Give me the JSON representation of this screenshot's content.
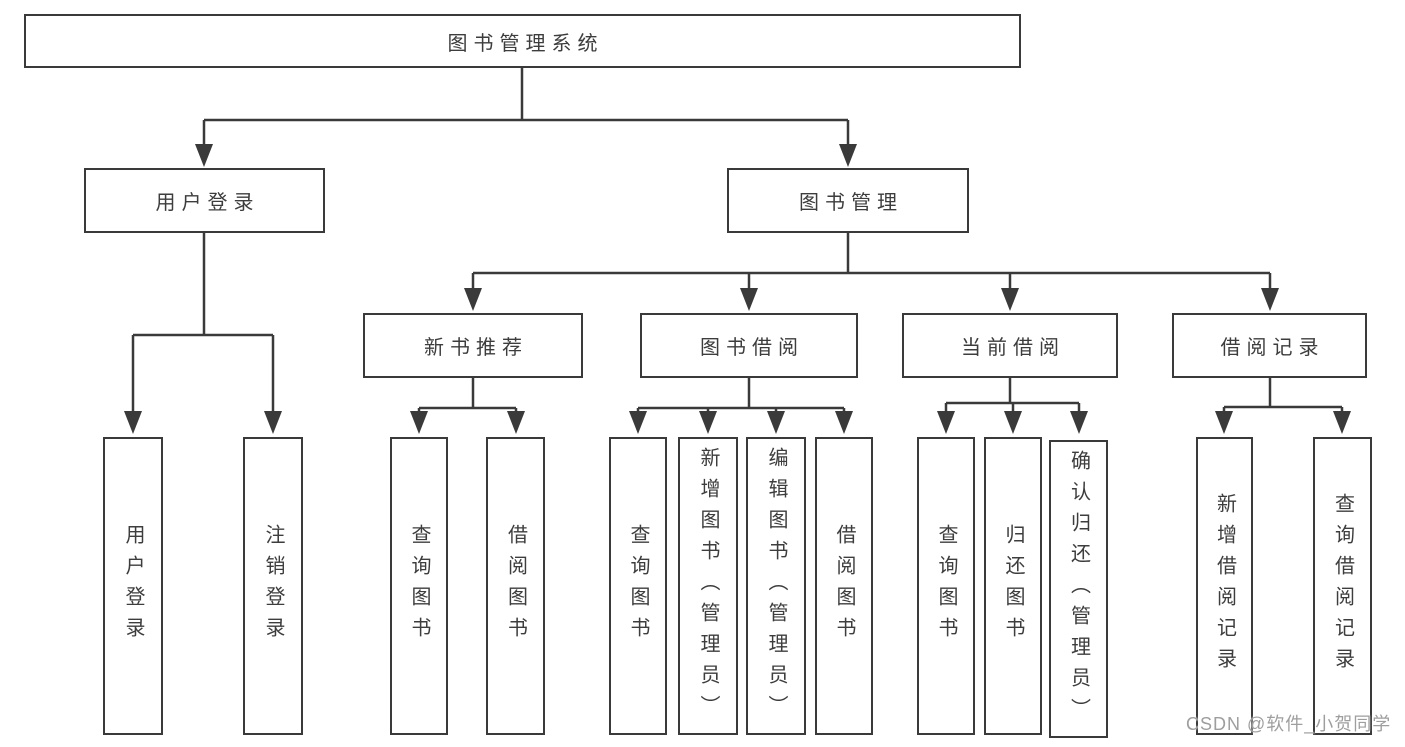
{
  "colors": {
    "background": "#ffffff",
    "line": "#3a3a3a",
    "box_border": "#3a3a3a",
    "box_fill": "#ffffff",
    "text": "#3d3d3d",
    "watermark": "#9e9e9e"
  },
  "watermark": {
    "text": "CSDN @软件_小贺同学"
  },
  "diagram": {
    "type": "tree",
    "nodes": {
      "root": "图书管理系统",
      "user_login": "用户登录",
      "book_mgmt": "图书管理",
      "new_book_rec": "新书推荐",
      "book_borrow": "图书借阅",
      "current_borrow": "当前借阅",
      "borrow_records": "借阅记录",
      "login": "用户登录",
      "logout": "注销登录",
      "rec_query_book": "查询图书",
      "rec_borrow_book": "借阅图书",
      "bb_query_book": "查询图书",
      "bb_add_book": "新增图书（管理员）",
      "bb_edit_book": "编辑图书（管理员）",
      "bb_borrow_book": "借阅图书",
      "cb_query_book": "查询图书",
      "cb_return_book": "归还图书",
      "cb_confirm_return": "确认归还（管理员）",
      "br_add_record": "新增借阅记录",
      "br_query_record": "查询借阅记录"
    },
    "edges": [
      [
        "root",
        "user_login"
      ],
      [
        "root",
        "book_mgmt"
      ],
      [
        "user_login",
        "login"
      ],
      [
        "user_login",
        "logout"
      ],
      [
        "book_mgmt",
        "new_book_rec"
      ],
      [
        "book_mgmt",
        "book_borrow"
      ],
      [
        "book_mgmt",
        "current_borrow"
      ],
      [
        "book_mgmt",
        "borrow_records"
      ],
      [
        "new_book_rec",
        "rec_query_book"
      ],
      [
        "new_book_rec",
        "rec_borrow_book"
      ],
      [
        "book_borrow",
        "bb_query_book"
      ],
      [
        "book_borrow",
        "bb_add_book"
      ],
      [
        "book_borrow",
        "bb_edit_book"
      ],
      [
        "book_borrow",
        "bb_borrow_book"
      ],
      [
        "current_borrow",
        "cb_query_book"
      ],
      [
        "current_borrow",
        "cb_return_book"
      ],
      [
        "current_borrow",
        "cb_confirm_return"
      ],
      [
        "borrow_records",
        "br_add_record"
      ],
      [
        "borrow_records",
        "br_query_record"
      ]
    ]
  }
}
